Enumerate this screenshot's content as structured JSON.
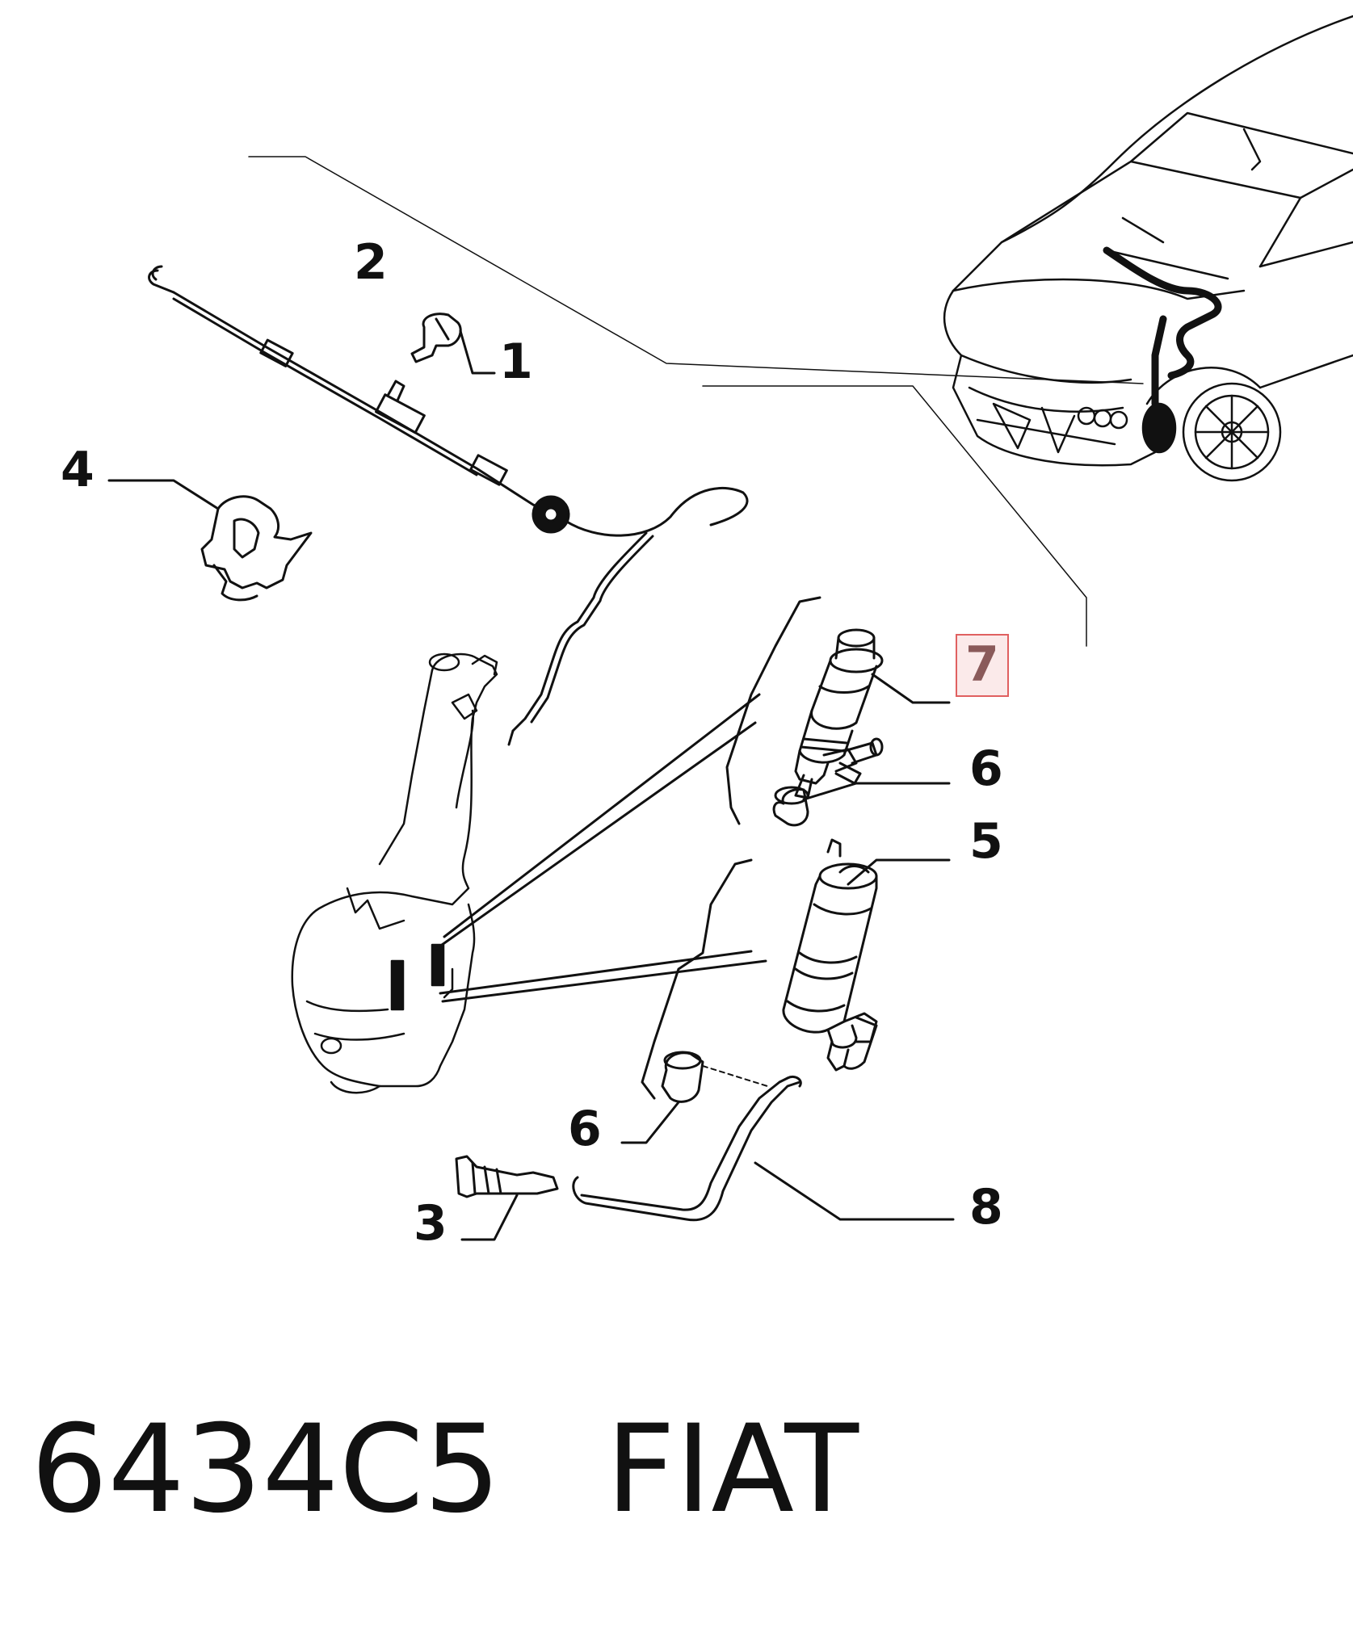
{
  "diagram": {
    "callouts": [
      {
        "id": "1",
        "label": "1"
      },
      {
        "id": "2",
        "label": "2"
      },
      {
        "id": "3",
        "label": "3"
      },
      {
        "id": "4",
        "label": "4"
      },
      {
        "id": "5",
        "label": "5"
      },
      {
        "id": "6a",
        "label": "6"
      },
      {
        "id": "6b",
        "label": "6"
      },
      {
        "id": "7",
        "label": "7",
        "highlighted": true
      },
      {
        "id": "8",
        "label": "8"
      }
    ],
    "highlight_color": "#e06060",
    "highlight_fill": "#fbeaea"
  },
  "footer": {
    "part_code": "6434C5",
    "brand": "FIAT"
  }
}
